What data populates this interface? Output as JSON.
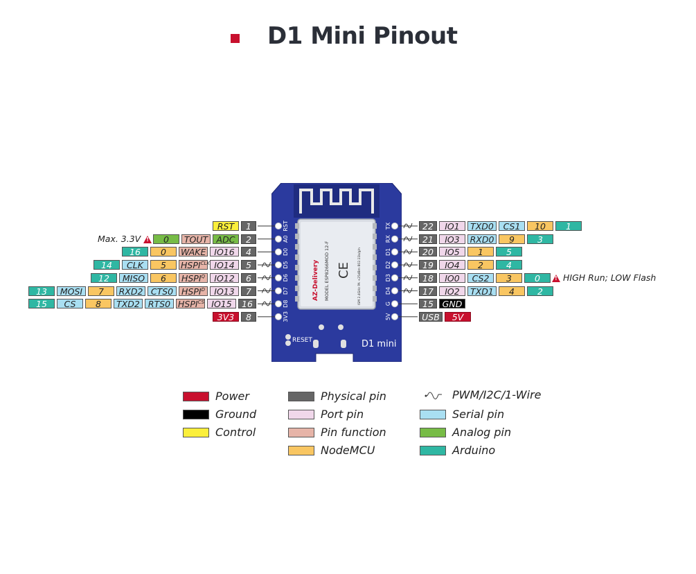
{
  "title": "D1 Mini Pinout",
  "colors": {
    "power": "#c8102e",
    "ground": "#000000",
    "control": "#fbef3b",
    "physical": "#666666",
    "port": "#f0d7ea",
    "function": "#e6b4a8",
    "nodemcu": "#f9c662",
    "serial": "#a9dff2",
    "analog": "#77bc46",
    "arduino": "#2fb7a3",
    "board": "#2b3a9e"
  },
  "board": {
    "module_brand": "AZ-Delivery",
    "module_model": "MODEL ESP8266MOD 12-F",
    "module_freq": "ISM 2.4GHz PA +25dBm 802.11b/g/n",
    "reset_label": "RESET",
    "board_name": "D1 mini",
    "left_pin_names": [
      "RST",
      "A0",
      "D0",
      "D5",
      "D6",
      "D7",
      "D8",
      "3V3"
    ],
    "right_pin_names": [
      "TX",
      "RX",
      "D1",
      "D2",
      "D3",
      "D4",
      "G",
      "5V"
    ]
  },
  "notes": {
    "left_max": "Max. 3.3V",
    "right_high": "HIGH Run; LOW Flash"
  },
  "left_rows": [
    {
      "labels": [
        {
          "text": "1",
          "type": "phys"
        },
        {
          "text": "RST",
          "type": "control"
        }
      ]
    },
    {
      "labels": [
        {
          "text": "2",
          "type": "phys"
        },
        {
          "text": "ADC",
          "type": "analog"
        },
        {
          "text": "TOUT",
          "type": "func"
        },
        {
          "text": "0",
          "type": "analog"
        }
      ]
    },
    {
      "labels": [
        {
          "text": "4",
          "type": "phys"
        },
        {
          "text": "IO16",
          "type": "port"
        },
        {
          "text": "WAKE",
          "type": "func"
        },
        {
          "text": "0",
          "type": "nodemcu"
        },
        {
          "text": "16",
          "type": "arduino"
        }
      ]
    },
    {
      "labels": [
        {
          "text": "5",
          "type": "phys"
        },
        {
          "text": "IO14",
          "type": "port"
        },
        {
          "text": "HSPI",
          "sup": "CLK",
          "type": "func"
        },
        {
          "text": "5",
          "type": "nodemcu"
        },
        {
          "text": "CLK",
          "type": "serial"
        },
        {
          "text": "14",
          "type": "arduino"
        }
      ]
    },
    {
      "labels": [
        {
          "text": "6",
          "type": "phys"
        },
        {
          "text": "IO12",
          "type": "port"
        },
        {
          "text": "HSPI",
          "sup": "Q",
          "type": "func"
        },
        {
          "text": "6",
          "type": "nodemcu"
        },
        {
          "text": "MISO",
          "type": "serial"
        },
        {
          "text": "12",
          "type": "arduino"
        }
      ]
    },
    {
      "labels": [
        {
          "text": "7",
          "type": "phys"
        },
        {
          "text": "IO13",
          "type": "port"
        },
        {
          "text": "HSPI",
          "sup": "D",
          "type": "func"
        },
        {
          "text": "CTS0",
          "type": "serial"
        },
        {
          "text": "RXD2",
          "type": "serial"
        },
        {
          "text": "7",
          "type": "nodemcu"
        },
        {
          "text": "MOSI",
          "type": "serial"
        },
        {
          "text": "13",
          "type": "arduino"
        }
      ]
    },
    {
      "labels": [
        {
          "text": "16",
          "type": "phys"
        },
        {
          "text": "IO15",
          "type": "port"
        },
        {
          "text": "HSPI",
          "sup": "CS",
          "type": "func"
        },
        {
          "text": "RTS0",
          "type": "serial"
        },
        {
          "text": "TXD2",
          "type": "serial"
        },
        {
          "text": "8",
          "type": "nodemcu"
        },
        {
          "text": "CS",
          "type": "serial"
        },
        {
          "text": "15",
          "type": "arduino"
        }
      ]
    },
    {
      "labels": [
        {
          "text": "8",
          "type": "phys"
        },
        {
          "text": "3V3",
          "type": "power"
        }
      ]
    }
  ],
  "right_rows": [
    {
      "labels": [
        {
          "text": "22",
          "type": "phys"
        },
        {
          "text": "IO1",
          "type": "port"
        },
        {
          "text": "TXD0",
          "type": "serial"
        },
        {
          "text": "CS1",
          "type": "serial"
        },
        {
          "text": "10",
          "type": "nodemcu"
        },
        {
          "text": "1",
          "type": "arduino"
        }
      ]
    },
    {
      "labels": [
        {
          "text": "21",
          "type": "phys"
        },
        {
          "text": "IO3",
          "type": "port"
        },
        {
          "text": "RXD0",
          "type": "serial"
        },
        {
          "text": "9",
          "type": "nodemcu"
        },
        {
          "text": "3",
          "type": "arduino"
        }
      ]
    },
    {
      "labels": [
        {
          "text": "20",
          "type": "phys"
        },
        {
          "text": "IO5",
          "type": "port"
        },
        {
          "text": "1",
          "type": "nodemcu"
        },
        {
          "text": "5",
          "type": "arduino"
        }
      ]
    },
    {
      "labels": [
        {
          "text": "19",
          "type": "phys"
        },
        {
          "text": "IO4",
          "type": "port"
        },
        {
          "text": "2",
          "type": "nodemcu"
        },
        {
          "text": "4",
          "type": "arduino"
        }
      ]
    },
    {
      "labels": [
        {
          "text": "18",
          "type": "phys"
        },
        {
          "text": "IO0",
          "type": "port"
        },
        {
          "text": "CS2",
          "type": "serial"
        },
        {
          "text": "3",
          "type": "nodemcu"
        },
        {
          "text": "0",
          "type": "arduino"
        }
      ]
    },
    {
      "labels": [
        {
          "text": "17",
          "type": "phys"
        },
        {
          "text": "IO2",
          "type": "port"
        },
        {
          "text": "TXD1",
          "type": "serial"
        },
        {
          "text": "4",
          "type": "nodemcu"
        },
        {
          "text": "2",
          "type": "arduino"
        }
      ]
    },
    {
      "labels": [
        {
          "text": "15",
          "type": "phys"
        },
        {
          "text": "GND",
          "type": "ground"
        }
      ]
    },
    {
      "labels": [
        {
          "text": "USB",
          "type": "phys"
        },
        {
          "text": "5V",
          "type": "power"
        }
      ]
    }
  ],
  "legend": [
    {
      "label": "Power",
      "type": "power"
    },
    {
      "label": "Ground",
      "type": "ground"
    },
    {
      "label": "Control",
      "type": "control"
    },
    {
      "label": "Physical pin",
      "type": "physical"
    },
    {
      "label": "Port pin",
      "type": "port"
    },
    {
      "label": "Pin function",
      "type": "function"
    },
    {
      "label": "NodeMCU",
      "type": "nodemcu"
    },
    {
      "label": "PWM/I2C/1-Wire",
      "type": "pwm"
    },
    {
      "label": "Serial pin",
      "type": "serial"
    },
    {
      "label": "Analog pin",
      "type": "analog"
    },
    {
      "label": "Arduino",
      "type": "arduino"
    }
  ]
}
